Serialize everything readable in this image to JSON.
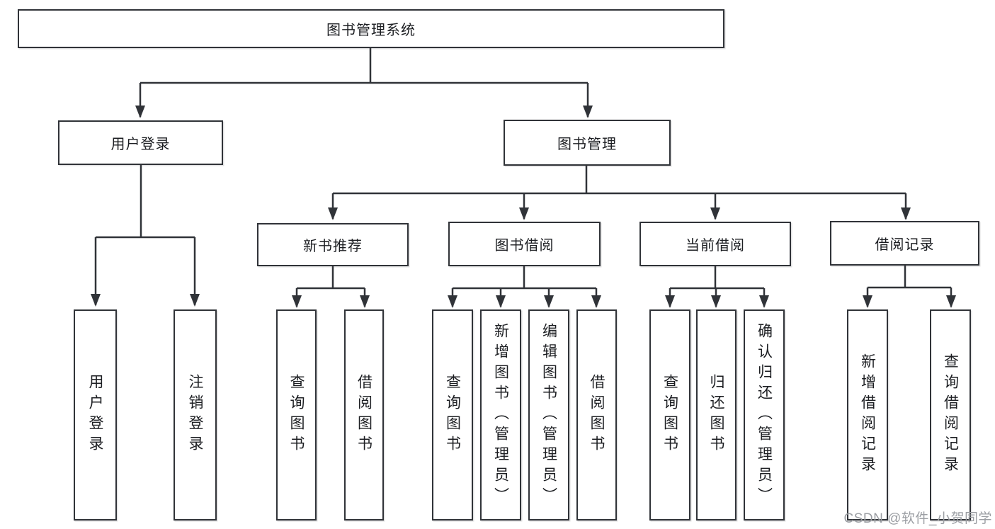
{
  "tree": {
    "label": "图书管理系统",
    "children": [
      {
        "label": "用户登录",
        "children": [
          {
            "label": "用户登录"
          },
          {
            "label": "注销登录"
          }
        ]
      },
      {
        "label": "图书管理",
        "children": [
          {
            "label": "新书推荐",
            "children": [
              {
                "label": "查询图书"
              },
              {
                "label": "借阅图书"
              }
            ]
          },
          {
            "label": "图书借阅",
            "children": [
              {
                "label": "查询图书"
              },
              {
                "label": "新增图书（管理员）"
              },
              {
                "label": "编辑图书（管理员）"
              },
              {
                "label": "借阅图书"
              }
            ]
          },
          {
            "label": "当前借阅",
            "children": [
              {
                "label": "查询图书"
              },
              {
                "label": "归还图书"
              },
              {
                "label": "确认归还（管理员）"
              }
            ]
          },
          {
            "label": "借阅记录",
            "children": [
              {
                "label": "新增借阅记录"
              },
              {
                "label": "查询借阅记录"
              }
            ]
          }
        ]
      }
    ]
  },
  "watermark": {
    "text": "CSDN @软件_小贺同学"
  },
  "colors": {
    "line": "#303338",
    "text": "#1c1e22",
    "background": "#ffffff",
    "watermark": "#9b9ea3"
  }
}
